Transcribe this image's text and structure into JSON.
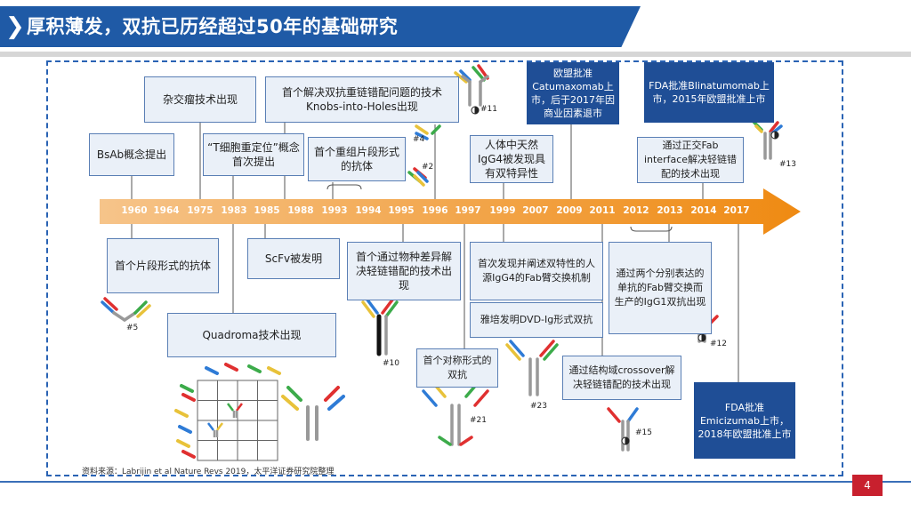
{
  "header": {
    "title": "厚积薄发，双抗已历经超过50年的基础研究",
    "chevron": "❯"
  },
  "timeline": {
    "years": [
      "1960",
      "1964",
      "1975",
      "1983",
      "1985",
      "1988",
      "1993",
      "1994",
      "1995",
      "1996",
      "1997",
      "1999",
      "2007",
      "2009",
      "2011",
      "2012",
      "2013",
      "2014",
      "2017"
    ]
  },
  "events_top": {
    "bsab_concept": "BsAb概念提出",
    "hybridoma": "杂交瘤技术出现",
    "t_cell_redirect": "“T细胞重定位”概念首次提出",
    "knobs_into_holes": "首个解决双抗重链错配问题的技术Knobs-into-Holes出现",
    "first_recombinant_fragment": "首个重组片段形式的抗体",
    "igg4_natural": "人体中天然IgG4被发现具有双特异性",
    "catumaxomab": "欧盟批准Catumaxomab上市，后于2017年因商业因素退市",
    "blinatumomab": "FDA批准Blinatumomab上市，2015年欧盟批准上市",
    "orthogonal_fab": "通过正交Fab interface解决轻链错配的技术出现"
  },
  "events_bottom": {
    "first_fragment": "首个片段形式的抗体",
    "scfv": "ScFv被发明",
    "quadroma": "Quadroma技术出现",
    "species_diff": "首个通过物种差异解决轻链错配的技术出现",
    "fab_arm_exchange": "首次发现并阐述双特性的人源IgG4的Fab臂交换机制",
    "dvd_ig": "雅培发明DVD-Ig形式双抗",
    "first_symmetric": "首个对称形式的双抗",
    "crossover": "通过结构域crossover解决轻链错配的技术出现",
    "two_monoclonal": "通过两个分别表达的单抗的Fab臂交换而生产的IgG1双抗出现",
    "emicizumab": "FDA批准Emicizumab上市，2018年欧盟批准上市"
  },
  "structure_labels": {
    "l2": "#2",
    "l4": "#4",
    "l5": "#5",
    "l10": "#10",
    "l11": "#11",
    "l12": "#12",
    "l13": "#13",
    "l15": "#15",
    "l21": "#21",
    "l23": "#23"
  },
  "source": "资料来源：Labrijin et al Nature Revs 2019，太平洋证券研究院整理",
  "page_number": "4",
  "colors": {
    "brand_blue": "#1f5aa6",
    "arrow_orange": "#f39a2a",
    "box_fill": "#eaf0f8",
    "dark_box": "#1f4e96",
    "page_red": "#c8202e"
  }
}
